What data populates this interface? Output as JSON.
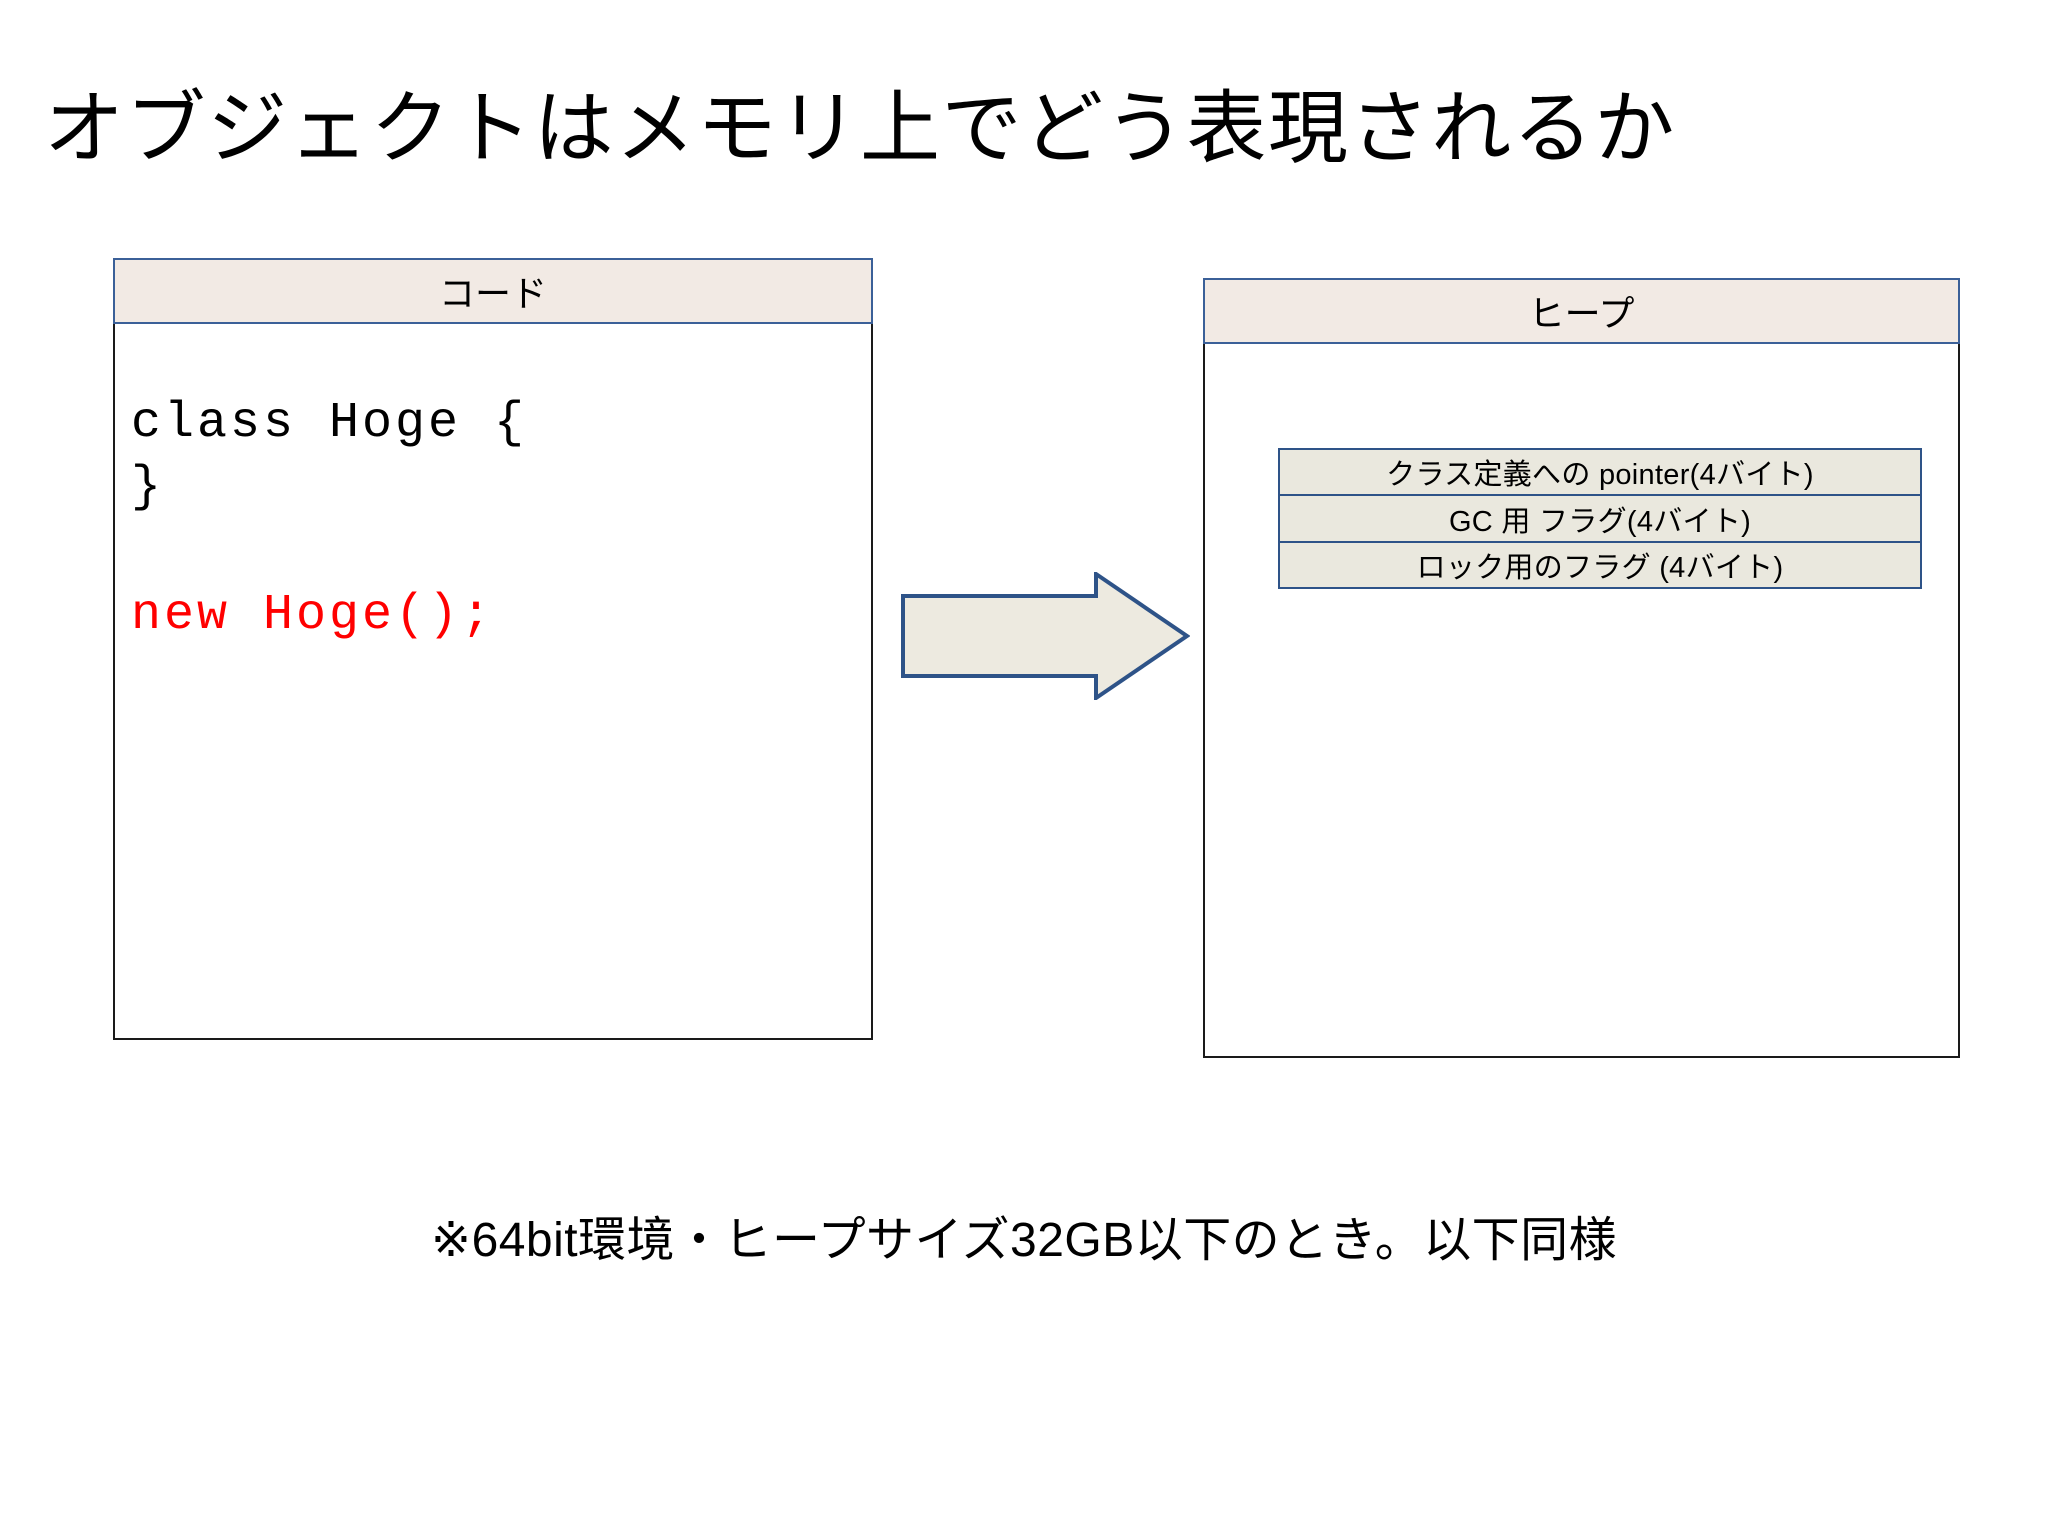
{
  "slide": {
    "title": "オブジェクトはメモリ上でどう表現されるか",
    "footnote": "※64bit環境・ヒープサイズ32GB以下のとき。以下同様",
    "background_color": "#FFFFFF"
  },
  "code_panel": {
    "header": "コード",
    "header_bg": "#F2EAE4",
    "header_border": "#3B6098",
    "border_color": "#1A1A1A",
    "lines": [
      {
        "text": "class Hoge {",
        "color": "#000000"
      },
      {
        "text": "}",
        "color": "#000000"
      },
      {
        "text": "",
        "color": "#000000"
      },
      {
        "text": "new Hoge();",
        "color": "#FF0000"
      }
    ],
    "code_text": "class Hoge {\n}\n\nnew Hoge();"
  },
  "heap_panel": {
    "header": "ヒープ",
    "header_bg": "#F2EAE4",
    "header_border": "#3B6098",
    "border_color": "#1A1A1A",
    "rows": [
      {
        "label": "クラス定義への pointer(4バイト)"
      },
      {
        "label": "GC 用 フラグ(4バイト)"
      },
      {
        "label": "ロック用のフラグ (4バイト)"
      }
    ],
    "row_bg": "#EAE8DE",
    "row_border": "#2E5388"
  },
  "arrow": {
    "icon": "right-block-arrow-icon",
    "fill": "#EDEAE0",
    "stroke": "#2E5388"
  }
}
